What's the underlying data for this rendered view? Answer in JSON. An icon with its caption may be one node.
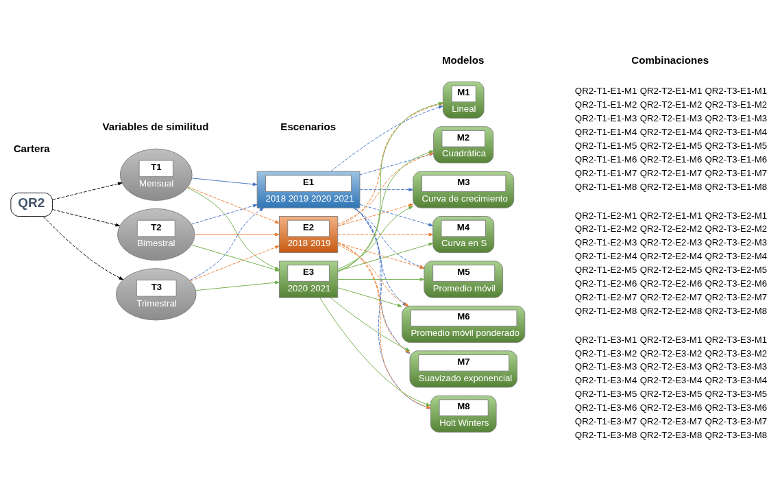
{
  "diagram": {
    "nodes": [
      {
        "text": [
          "QR2"
        ]
      },
      {
        "text": [
          "T1",
          "Mensual"
        ]
      },
      {
        "text": [
          "T2",
          "Bimestral"
        ]
      },
      {
        "text": [
          "T3",
          "Trimestral"
        ]
      },
      {
        "text": [
          "E1",
          "2018 2019 2020 2021"
        ]
      },
      {
        "text": [
          "E2",
          "2018 2019"
        ]
      },
      {
        "text": [
          "E3",
          "2020 2021"
        ]
      },
      {
        "text": [
          "M1",
          "Lineal"
        ]
      },
      {
        "text": [
          "M2",
          "Cuadrática"
        ]
      },
      {
        "text": [
          "M3",
          "Curva de crecimiento"
        ]
      },
      {
        "text": [
          "M4",
          "Curva en S"
        ]
      },
      {
        "text": [
          "M5",
          "Promedio móvil"
        ]
      },
      {
        "text": [
          "M6",
          "Promedio móvil ponderado"
        ]
      },
      {
        "text": [
          "M7",
          "Suavizado exponencial"
        ]
      },
      {
        "text": [
          "M8",
          "Holt Winters"
        ]
      }
    ],
    "edges": [
      {
        "from": 0,
        "to": 1,
        "arrow": "to",
        "style": "dashed",
        "color": "#000000"
      },
      {
        "from": 0,
        "to": 2,
        "arrow": "to",
        "style": "dashed",
        "color": "#000000"
      },
      {
        "from": 0,
        "to": 3,
        "arrow": "to",
        "style": "dashed",
        "color": "#000000"
      },
      {
        "from": 1,
        "to": 4,
        "arrow": "to",
        "color": "#4472c4"
      },
      {
        "from": 1,
        "to": 5,
        "arrow": "to",
        "style": "dashed",
        "color": "#ed7d31"
      },
      {
        "from": 1,
        "to": 6,
        "arrow": "to",
        "color": "#70ad47"
      },
      {
        "from": 2,
        "to": 4,
        "arrow": "to",
        "style": "dashed",
        "color": "#4472c4"
      },
      {
        "from": 2,
        "to": 5,
        "arrow": "to",
        "color": "#ed7d31"
      },
      {
        "from": 2,
        "to": 6,
        "arrow": "to",
        "color": "#70ad47"
      },
      {
        "from": 3,
        "to": 4,
        "arrow": "to",
        "style": "dashed",
        "color": "#4472c4"
      },
      {
        "from": 3,
        "to": 5,
        "arrow": "to",
        "style": "dashed",
        "color": "#ed7d31"
      },
      {
        "from": 3,
        "to": 6,
        "arrow": "to",
        "color": "#70ad47"
      },
      {
        "from": 4,
        "to": 7,
        "arrow": "to",
        "style": "dashed",
        "color": "#4472c4"
      },
      {
        "from": 4,
        "to": 8,
        "arrow": "to",
        "style": "dashed",
        "color": "#4472c4"
      },
      {
        "from": 4,
        "to": 9,
        "arrow": "to",
        "style": "dashed",
        "color": "#4472c4"
      },
      {
        "from": 4,
        "to": 10,
        "arrow": "to",
        "style": "dashed",
        "color": "#4472c4"
      },
      {
        "from": 4,
        "to": 11,
        "arrow": "to",
        "style": "dashed",
        "color": "#4472c4"
      },
      {
        "from": 4,
        "to": 12,
        "arrow": "to",
        "style": "dashed",
        "color": "#4472c4"
      },
      {
        "from": 4,
        "to": 13,
        "arrow": "to",
        "style": "dashed",
        "color": "#4472c4"
      },
      {
        "from": 4,
        "to": 14,
        "arrow": "to",
        "style": "dashed",
        "color": "#4472c4"
      },
      {
        "from": 5,
        "to": 7,
        "arrow": "to",
        "style": "dashed",
        "color": "#ed7d31"
      },
      {
        "from": 5,
        "to": 8,
        "arrow": "to",
        "style": "dashed",
        "color": "#ed7d31"
      },
      {
        "from": 5,
        "to": 9,
        "arrow": "to",
        "style": "dashed",
        "color": "#ed7d31"
      },
      {
        "from": 5,
        "to": 10,
        "arrow": "to",
        "style": "dashed",
        "color": "#ed7d31"
      },
      {
        "from": 5,
        "to": 11,
        "arrow": "to",
        "style": "dashed",
        "color": "#ed7d31"
      },
      {
        "from": 5,
        "to": 12,
        "arrow": "to",
        "style": "dashed",
        "color": "#ed7d31"
      },
      {
        "from": 5,
        "to": 13,
        "arrow": "to",
        "style": "dashed",
        "color": "#ed7d31"
      },
      {
        "from": 5,
        "to": 14,
        "arrow": "to",
        "style": "dashed",
        "color": "#ed7d31"
      },
      {
        "from": 6,
        "to": 7,
        "arrow": "to",
        "color": "#70ad47"
      },
      {
        "from": 6,
        "to": 8,
        "arrow": "to",
        "color": "#70ad47"
      },
      {
        "from": 6,
        "to": 9,
        "arrow": "to",
        "color": "#70ad47"
      },
      {
        "from": 6,
        "to": 10,
        "arrow": "to",
        "color": "#70ad47"
      },
      {
        "from": 6,
        "to": 11,
        "arrow": "to",
        "color": "#70ad47"
      },
      {
        "from": 6,
        "to": 12,
        "arrow": "to",
        "color": "#70ad47"
      },
      {
        "from": 6,
        "to": 13,
        "arrow": "to",
        "color": "#70ad47"
      },
      {
        "from": 6,
        "to": 14,
        "arrow": "to",
        "color": "#70ad47"
      }
    ],
    "labels": [
      "Cartera",
      "Variables de similitud",
      "Escenarios",
      "Modelos",
      "Combinaciones",
      "QR2-T1-E1-M1",
      "QR2-T2-E1-M1",
      "QR2-T3-E1-M1",
      "QR2-T1-E1-M2",
      "QR2-T2-E1-M2",
      "QR2-T3-E1-M2",
      "QR2-T1-E1-M3",
      "QR2-T2-E1-M3",
      "QR2-T3-E1-M3",
      "QR2-T1-E1-M4",
      "QR2-T2-E1-M4",
      "QR2-T3-E1-M4",
      "QR2-T1-E1-M5",
      "QR2-T2-E1-M5",
      "QR2-T3-E1-M5",
      "QR2-T1-E1-M6",
      "QR2-T2-E1-M6",
      "QR2-T3-E1-M6",
      "QR2-T1-E1-M7",
      "QR2-T2-E1-M7",
      "QR2-T3-E1-M7",
      "QR2-T1-E1-M8",
      "QR2-T2-E1-M8",
      "QR2-T3-E1-M8",
      "QR2-T1-E2-M1",
      "QR2-T2-E1-M1",
      "QR2-T3-E2-M1",
      "QR2-T1-E2-M2",
      "QR2-T2-E2-M2",
      "QR2-T3-E2-M2",
      "QR2-T1-E2-M3",
      "QR2-T2-E2-M3",
      "QR2-T3-E2-M3",
      "QR2-T1-E2-M4",
      "QR2-T2-E2-M4",
      "QR2-T3-E2-M4",
      "QR2-T1-E2-M5",
      "QR2-T2-E2-M5",
      "QR2-T3-E2-M5",
      "QR2-T1-E2-M6",
      "QR2-T2-E2-M6",
      "QR2-T3-E2-M6",
      "QR2-T1-E2-M7",
      "QR2-T2-E2-M7",
      "QR2-T3-E2-M7",
      "QR2-T1-E2-M8",
      "QR2-T2-E2-M8",
      "QR2-T3-E2-M8",
      "QR2-T1-E3-M1",
      "QR2-T2-E3-M1",
      "QR2-T3-E3-M1",
      "QR2-T1-E3-M2",
      "QR2-T2-E3-M2",
      "QR2-T3-E3-M2",
      "QR2-T1-E3-M3",
      "QR2-T2-E3-M3",
      "QR2-T3-E3-M3",
      "QR2-T1-E3-M4",
      "QR2-T2-E3-M4",
      "QR2-T3-E3-M4",
      "QR2-T1-E3-M5",
      "QR2-T2-E3-M5",
      "QR2-T3-E3-M5",
      "QR2-T1-E3-M6",
      "QR2-T2-E3-M6",
      "QR2-T3-E3-M6",
      "QR2-T1-E3-M7",
      "QR2-T2-E3-M7",
      "QR2-T3-E3-M7",
      "QR2-T1-E3-M8",
      "QR2-T2-E3-M8",
      "QR2-T3-E3-M8"
    ]
  }
}
